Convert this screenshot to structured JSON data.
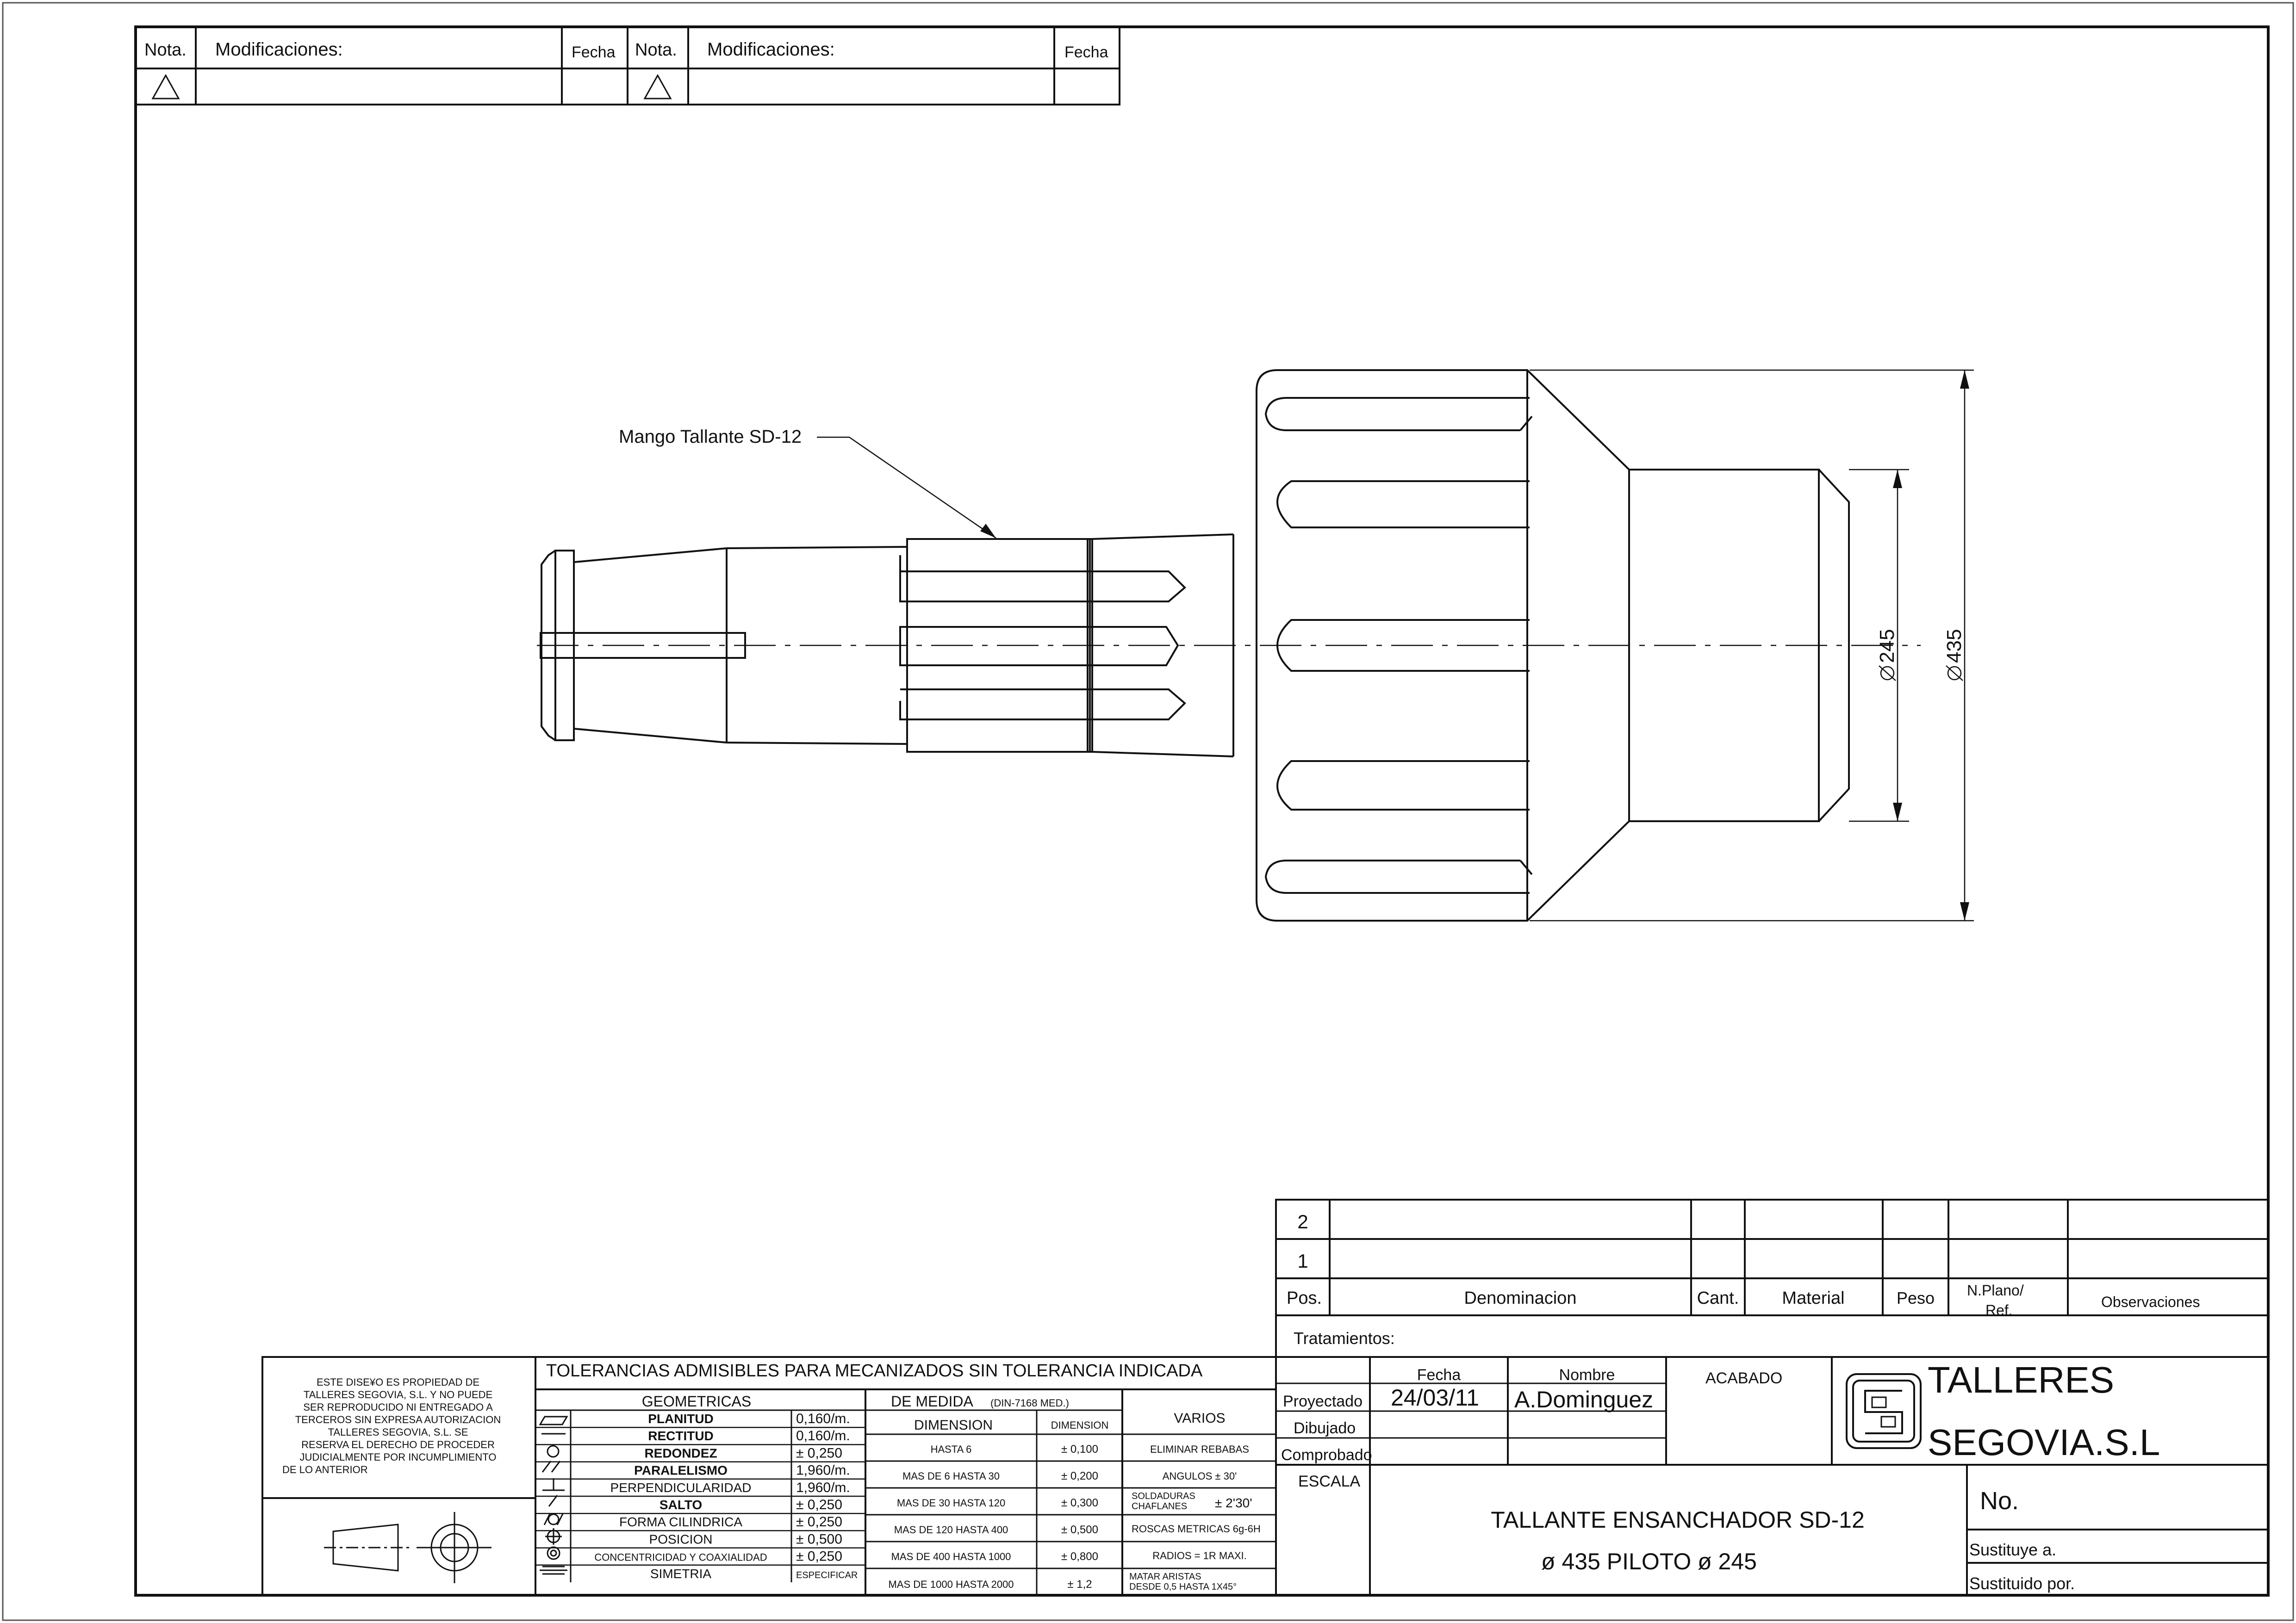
{
  "revisions": {
    "nota_label": "Nota.",
    "modificaciones_label": "Modificaciones:",
    "fecha_label": "Fecha"
  },
  "drawing": {
    "callout": "Mango Tallante SD-12",
    "dim_small": "245",
    "dim_large": "435"
  },
  "disclaimer": [
    "ESTE DISE¥O ES PROPIEDAD DE",
    "TALLERES SEGOVIA, S.L. Y NO PUEDE",
    "SER REPRODUCIDO NI ENTREGADO A",
    "TERCEROS SIN EXPRESA AUTORIZACION",
    "TALLERES SEGOVIA, S.L. SE",
    "RESERVA EL DERECHO DE PROCEDER",
    "JUDICIALMENTE POR INCUMPLIMIENTO",
    "DE LO ANTERIOR"
  ],
  "tolerances": {
    "title": "TOLERANCIAS ADMISIBLES PARA MECANIZADOS SIN TOLERANCIA INDICADA",
    "geometricas_header": "GEOMETRICAS",
    "geometricas": [
      {
        "name": "PLANITUD",
        "value": "0,160/m.",
        "bold": true
      },
      {
        "name": "RECTITUD",
        "value": "0,160/m.",
        "bold": true
      },
      {
        "name": "REDONDEZ",
        "value": "± 0,250",
        "bold": true
      },
      {
        "name": "PARALELISMO",
        "value": "1,960/m.",
        "bold": true
      },
      {
        "name": "PERPENDICULARIDAD",
        "value": "1,960/m.",
        "bold": false
      },
      {
        "name": "SALTO",
        "value": "± 0,250",
        "bold": true
      },
      {
        "name": "FORMA CILINDRICA",
        "value": "± 0,250",
        "bold": false
      },
      {
        "name": "POSICION",
        "value": "± 0,500",
        "bold": false
      },
      {
        "name": "CONCENTRICIDAD Y COAXIALIDAD",
        "value": "± 0,250",
        "bold": false
      },
      {
        "name": "SIMETRIA",
        "value": "ESPECIFICAR",
        "bold": false
      }
    ],
    "medida_header": "DE MEDIDA",
    "medida_norm": "(DIN-7168 MED.)",
    "dimension_header": "DIMENSION",
    "dimension_header_small": "DIMENSION",
    "medida": [
      {
        "range": "HASTA 6",
        "value": "± 0,100"
      },
      {
        "range": "MAS DE 6 HASTA 30",
        "value": "± 0,200"
      },
      {
        "range": "MAS DE 30 HASTA 120",
        "value": "± 0,300"
      },
      {
        "range": "MAS DE 120 HASTA 400",
        "value": "± 0,500"
      },
      {
        "range": "MAS DE 400 HASTA 1000",
        "value": "± 0,800"
      },
      {
        "range": "MAS DE 1000 HASTA 2000",
        "value": "± 1,2"
      }
    ],
    "varios_header": "VARIOS",
    "varios": {
      "rebabas": "ELIMINAR REBABAS",
      "angulos": "ANGULOS ± 30'",
      "soldaduras": "SOLDADURAS",
      "chaflanes": "CHAFLANES",
      "chaflanes_value": "± 2'30'",
      "roscas": "ROSCAS METRICAS 6g-6H",
      "radios": "RADIOS = 1R MAXI.",
      "aristas1": "MATAR ARISTAS",
      "aristas2": "DESDE 0,5 HASTA 1X45°"
    }
  },
  "parts": {
    "rows": [
      "2",
      "1"
    ],
    "headers": {
      "pos": "Pos.",
      "denominacion": "Denominacion",
      "cant": "Cant.",
      "material": "Material",
      "peso": "Peso",
      "plano1": "N.Plano/",
      "plano2": "Ref.",
      "observaciones": "Observaciones"
    },
    "tratamientos": "Tratamientos:"
  },
  "titleblock": {
    "fecha_label": "Fecha",
    "nombre_label": "Nombre",
    "acabado": "ACABADO",
    "proyectado": "Proyectado",
    "dibujado": "Dibujado",
    "comprobado": "Comprobado",
    "escala": "ESCALA",
    "fecha_value": "24/03/11",
    "nombre_value": "A.Dominguez",
    "company1": "TALLERES",
    "company2": "SEGOVIA.S.L",
    "title1": "TALLANTE ENSANCHADOR SD-12",
    "title2": "ø 435 PILOTO ø 245",
    "no_label": "No.",
    "sustituye": "Sustituye a.",
    "sustituido": "Sustituido por."
  }
}
